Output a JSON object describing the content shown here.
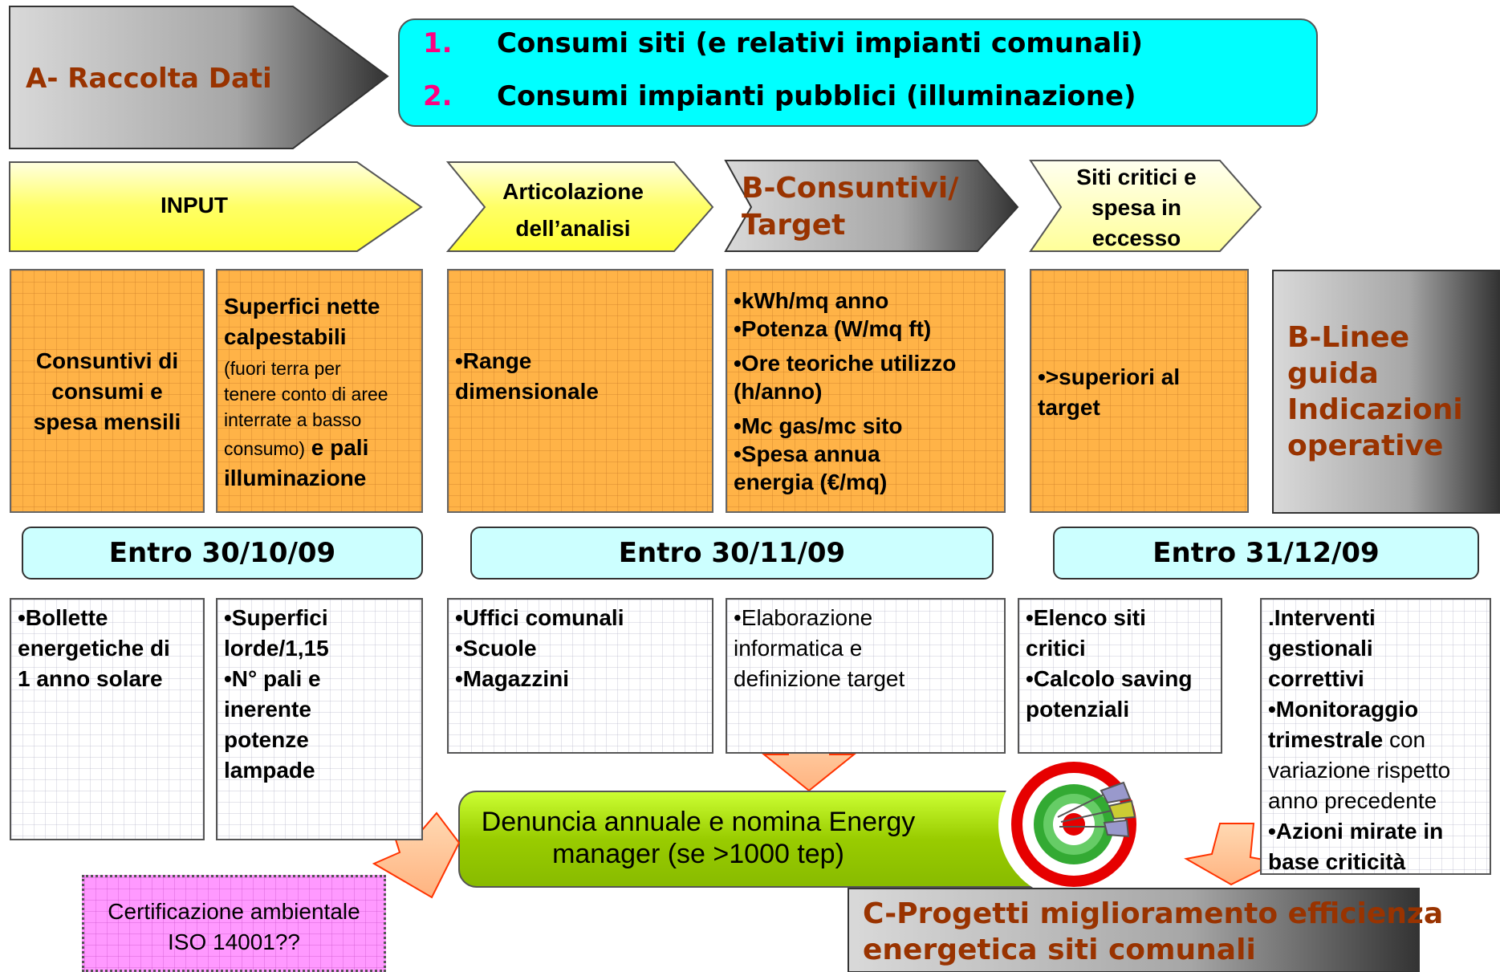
{
  "phase_a": {
    "label": "A- Raccolta Dati"
  },
  "data_list": {
    "items": [
      {
        "num": "1.",
        "text": "Consumi siti (e relativi impianti comunali)"
      },
      {
        "num": "2.",
        "text": "Consumi impianti pubblici (illuminazione)"
      }
    ]
  },
  "headers": {
    "input": "INPUT",
    "articolazione": [
      "Articolazione",
      "dell’analisi"
    ],
    "consuntivi": [
      "B-Consuntivi/",
      "Target"
    ],
    "siti_critici": [
      "Siti critici e",
      "spesa in",
      "eccesso"
    ]
  },
  "boxes": {
    "consuntivi_consumi": [
      "Consuntivi  di",
      "consumi e",
      "spesa mensili"
    ],
    "superfici": {
      "title_lines": [
        "Superfici nette",
        "calpestabili"
      ],
      "note_lines": [
        "(fuori terra per",
        "tenere conto di aree",
        "interrate a basso"
      ],
      "note_end": "consumo)",
      "bold_end": " e pali",
      "last_line": "illuminazione"
    },
    "range": [
      "•Range",
      "dimensionale"
    ],
    "target_metrics": [
      "•kWh/mq anno",
      "•Potenza (W/mq ft)",
      "•Ore teoriche utilizzo",
      "(h/anno)",
      "•Mc gas/mc sito",
      "•Spesa annua",
      "energia (€/mq)"
    ],
    "superiori": [
      "•>superiori al",
      "target"
    ],
    "linee_guida": [
      "B-Linee",
      "guida",
      "Indicazioni",
      "operative"
    ]
  },
  "deadlines": [
    "Entro 30/10/09",
    "Entro 30/11/09",
    "Entro 31/12/09"
  ],
  "details": {
    "bollette": [
      "•Bollette",
      "energetiche di",
      "1 anno solare"
    ],
    "superfici_lorde": [
      "•Superfici",
      "lorde/1,15",
      "•N° pali e",
      "inerente",
      "potenze",
      "lampade"
    ],
    "uffici": [
      "•Uffici comunali",
      "•Scuole",
      "•Magazzini"
    ],
    "elaborazione": [
      "•Elaborazione",
      "informatica e",
      "definizione target"
    ],
    "elenco": [
      "•Elenco siti",
      "critici",
      "•Calcolo saving",
      "potenziali"
    ],
    "interventi": {
      "l1": ".Interventi",
      "l2": "gestionali",
      "l3": "correttivi",
      "l4": "•Monitoraggio",
      "l5_bold": "trimestrale",
      "l5_rest": " con",
      "l6": "variazione rispetto",
      "l7": "anno precedente",
      "l8": "•Azioni mirate in",
      "l9": "base criticità"
    }
  },
  "energy_manager": [
    "Denuncia annuale e nomina Energy",
    "manager (se >1000 tep)"
  ],
  "certificazione": [
    "Certificazione ambientale",
    "ISO 14001??"
  ],
  "projects": [
    "C-Progetti miglioramento efficienza",
    "energetica siti comunali"
  ],
  "colors": {
    "cyan": "#00FFFF",
    "yellow": "#FFFF66",
    "orange": "#FFB347",
    "green": "#99CC00",
    "magenta_box": "#FF99FF",
    "brown_text": "#993300",
    "pink_number": "#FF0080"
  },
  "icons": [
    "target-icon",
    "darts-icon",
    "down-arrow-icon",
    "left-arrow-icon"
  ]
}
